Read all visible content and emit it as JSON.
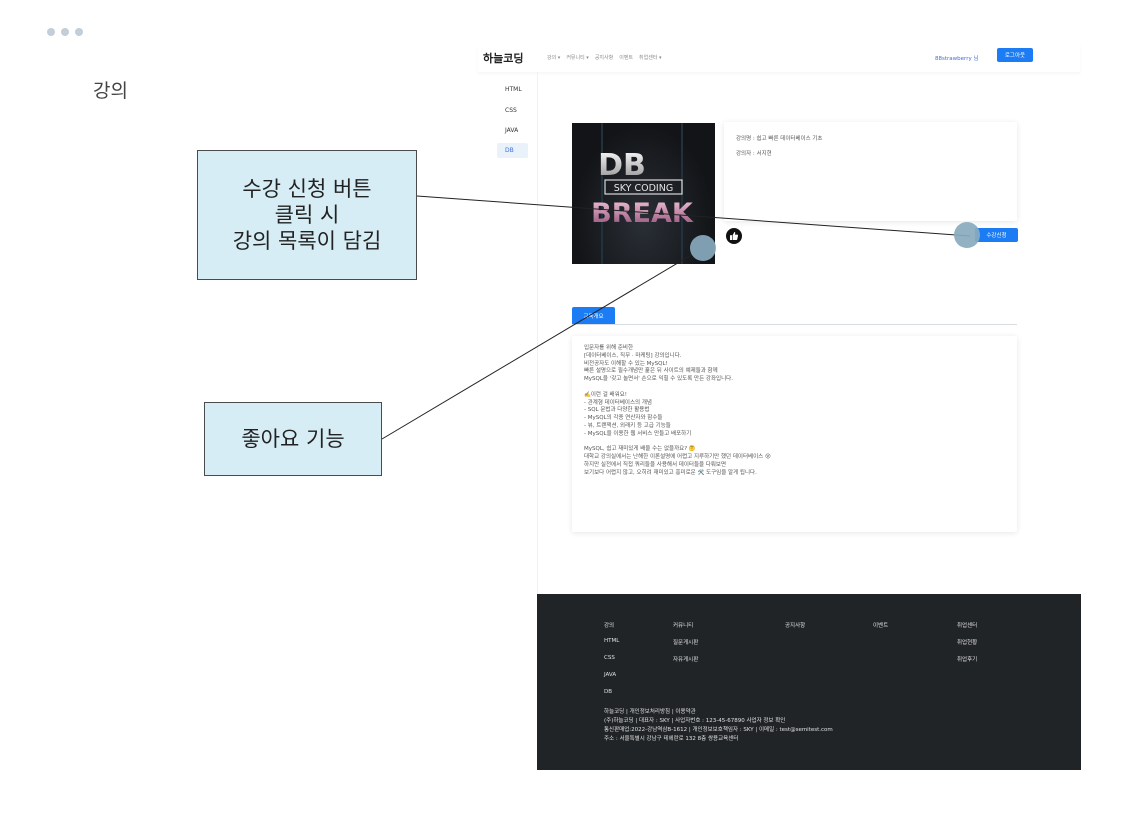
{
  "slide": {
    "title": "강의"
  },
  "nav": {
    "brand": "하늘코딩",
    "menu": [
      "강의 ▾",
      "커뮤니티 ▾",
      "공지사항",
      "이벤트",
      "취업센터 ▾"
    ],
    "user": "88strawberry 님",
    "logout": "로그아웃"
  },
  "sidebar": {
    "items": [
      "HTML",
      "CSS",
      "JAVA",
      "DB"
    ]
  },
  "course": {
    "thumbnail": {
      "line1": "DB",
      "line2": "SKY CODING",
      "line3": "BREAK"
    },
    "name": "강의명 : 쉽고 빠른 데이터베이스 기초",
    "instructor": "강의자 : 서지현",
    "enroll_label": "수강신청",
    "like_icon": "thumbs-up-icon"
  },
  "tabs": {
    "intro": "교육개요"
  },
  "description": [
    "입문자를 위해 준비한",
    "[데이터베이스, 직무 · 마케팅] 강의입니다.",
    "비전공자도 이해할 수 있는 MySQL!",
    "빠른 설명으로 필수개념만 훑은 뒤 사이트의 예제들과 함께",
    "MySQL을 '갖고 놀면서' 손으로 익힐 수 있도록 만든 강좌입니다.",
    "",
    "✍️이런 걸 배워요!",
    "- 관계형 데이터베이스의 개념",
    "- SQL 문법과 다양한 활용법",
    "- MySQL의 각종 연산자와 함수들",
    "- 뷰, 트랜잭션, 외래키 등 고급 기능들",
    "- MySQL을 이용한 웹 서비스 만들고 배포하기",
    "",
    "MySQL, 쉽고 재미있게 배울 수는 없을까요? 🤔",
    "대학교 강의실에서는 난해한 이론설명에 어렵고 지루하기만 했던 데이터베이스 😵",
    "하지만 실전에서 직접 쿼리들을 사용해서 데이터들을 다뤄보면",
    "보기보다 어렵지 않고, 오히려 재미있고 흥미로운 🛠️ 도구임을 알게 됩니다."
  ],
  "footer": {
    "columns": [
      [
        "강의",
        "HTML",
        "CSS",
        "JAVA",
        "DB"
      ],
      [
        "커뮤니티",
        "질문게시판",
        "자유게시판"
      ],
      [
        "공지사항"
      ],
      [
        "이벤트"
      ],
      [
        "취업센터",
        "취업현황",
        "취업후기"
      ]
    ],
    "legal": [
      "하늘코딩 | 개인정보처리방침 | 이용약관",
      "(주)하늘코딩 | 대표자 : SKY | 사업자번호 : 123-45-67890 사업자 정보 확인",
      "통신판매업:2022-강남역삼B-1612 | 개인정보보호책임자 : SKY | 이메일 : test@semitest.com",
      "주소 : 서울특별시 강남구 테헤란로 132 8층 쌍용교육센터"
    ]
  },
  "annotations": {
    "enroll_note": [
      "수강 신청 버튼",
      "클릭 시",
      "강의 목록이 담김"
    ],
    "like_note": "좋아요 기능"
  }
}
